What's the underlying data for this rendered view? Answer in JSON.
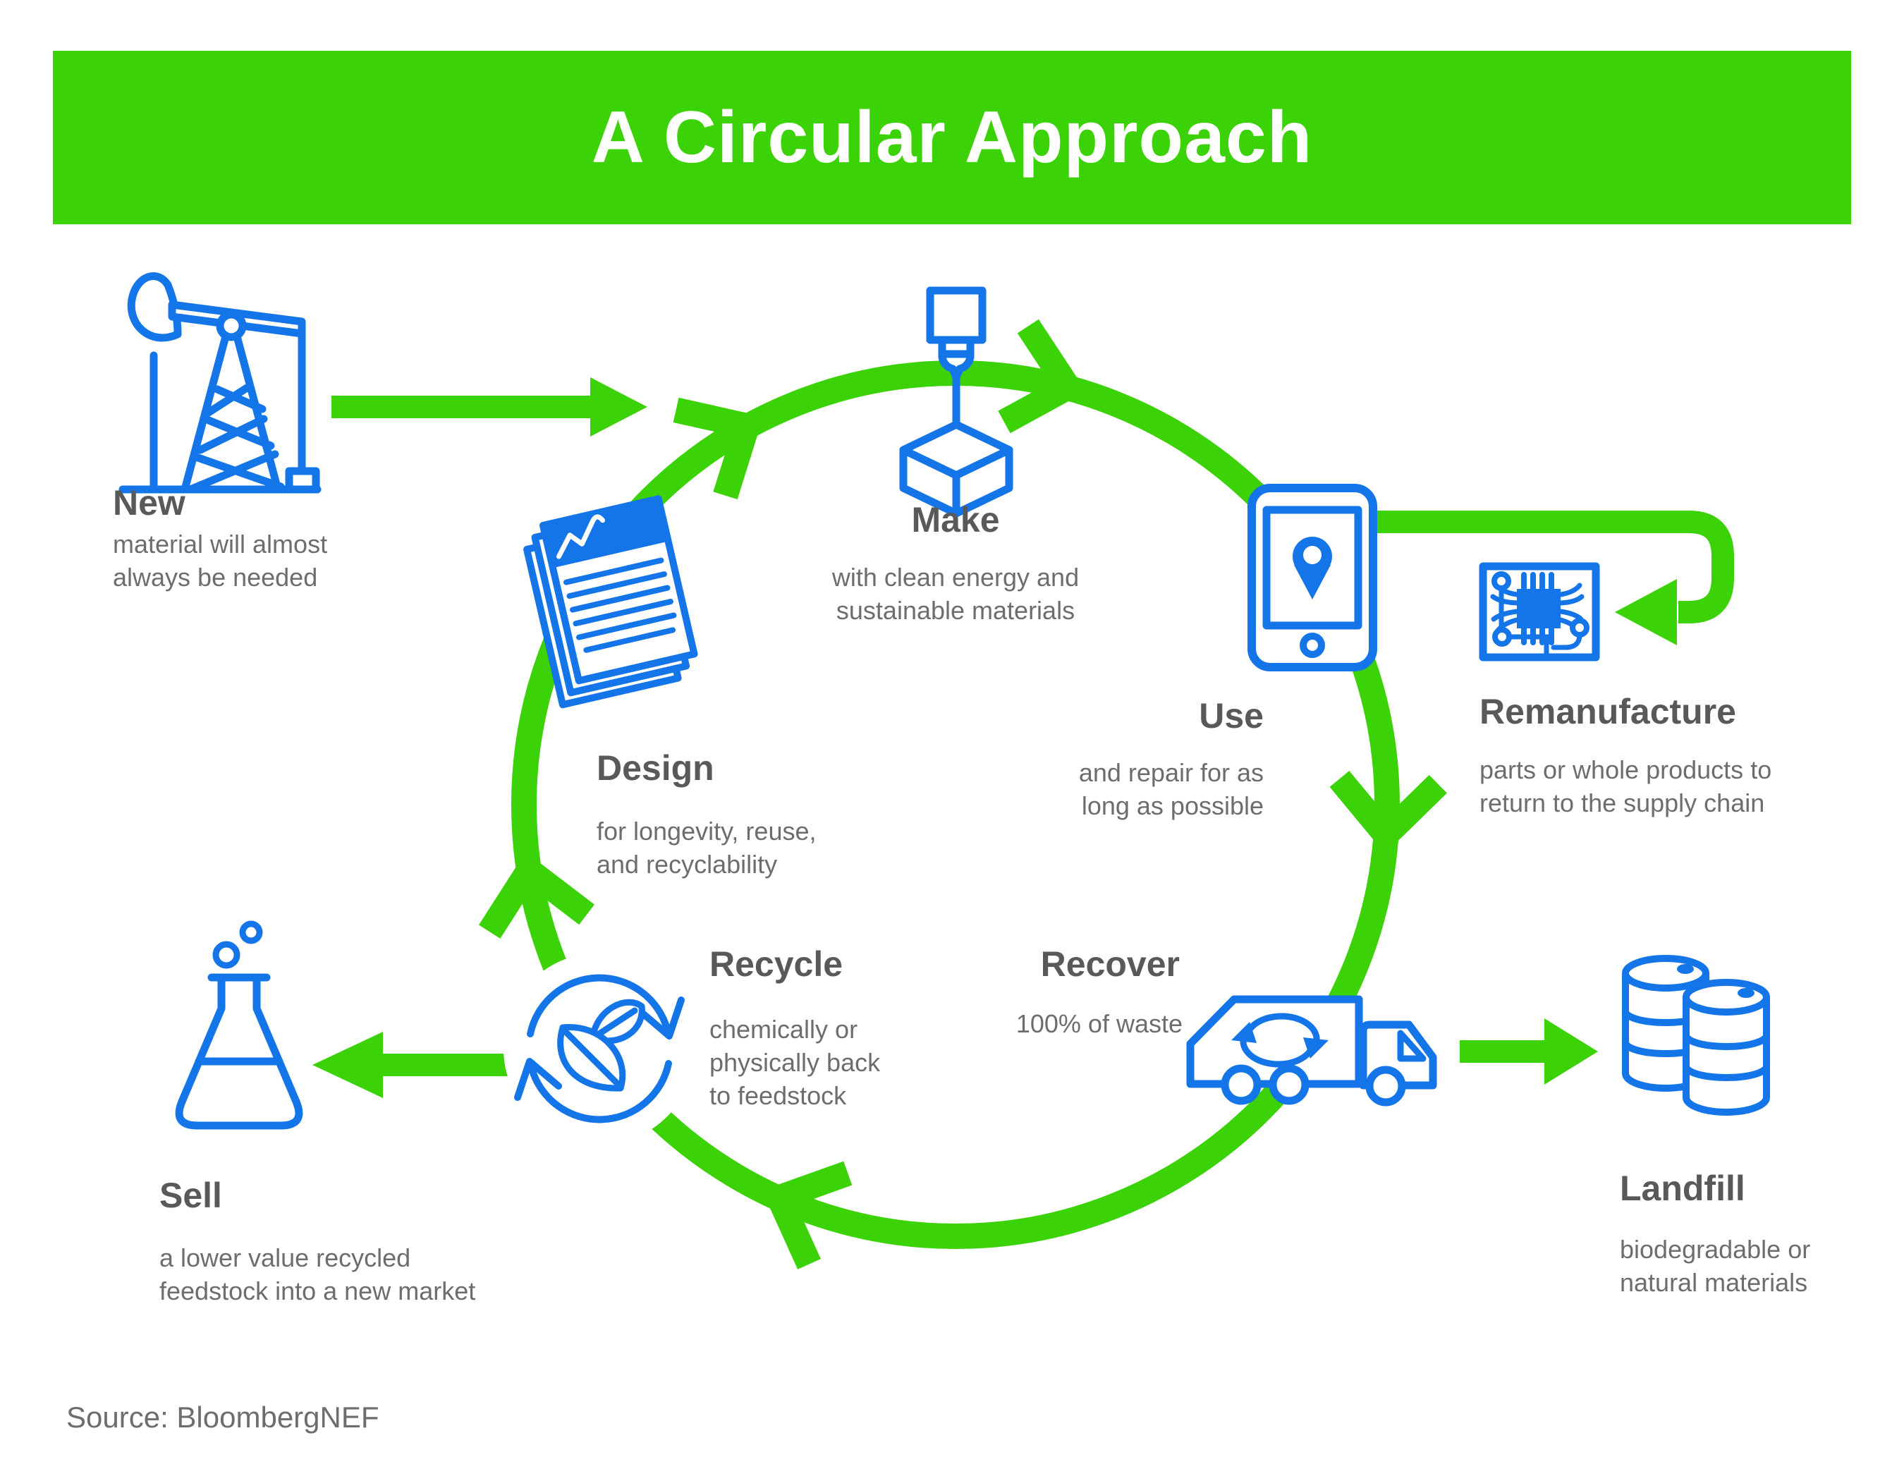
{
  "title": "A Circular Approach",
  "source": "Source: BloombergNEF",
  "colors": {
    "green": "#3CD208",
    "blue": "#1375E8",
    "heading": "#58595B",
    "body": "#6A6E71",
    "bg": "#FFFFFF",
    "title_text": "#FFFFFF"
  },
  "stages": {
    "new": {
      "heading": "New",
      "body": "material will almost\nalways be needed",
      "icon": "oil-derrick-icon"
    },
    "make": {
      "heading": "Make",
      "body": "with clean energy and\nsustainable materials",
      "icon": "3d-printer-icon"
    },
    "use": {
      "heading": "Use",
      "body": "and repair for as\nlong as possible",
      "icon": "smartphone-location-icon"
    },
    "remanufacture": {
      "heading": "Remanufacture",
      "body": "parts or whole products to\nreturn to the supply chain",
      "icon": "circuit-board-icon"
    },
    "design": {
      "heading": "Design",
      "body": "for longevity, reuse,\nand recyclability",
      "icon": "design-documents-icon"
    },
    "recycle": {
      "heading": "Recycle",
      "body": "chemically or\nphysically back\nto feedstock",
      "icon": "recycle-leaves-icon"
    },
    "recover": {
      "heading": "Recover",
      "body": "100% of waste",
      "icon": "garbage-truck-icon"
    },
    "sell": {
      "heading": "Sell",
      "body": "a lower value recycled\nfeedstock into a new market",
      "icon": "flask-icon"
    },
    "landfill": {
      "heading": "Landfill",
      "body": "biodegradable or\nnatural materials",
      "icon": "oil-barrels-icon"
    }
  }
}
